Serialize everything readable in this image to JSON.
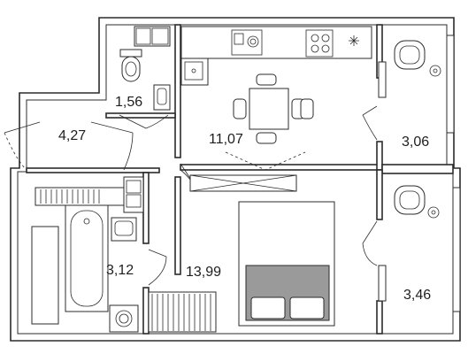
{
  "rooms": [
    {
      "id": "bathroom-small",
      "area": "1,56"
    },
    {
      "id": "hallway",
      "area": "4,27"
    },
    {
      "id": "kitchen",
      "area": "11,07"
    },
    {
      "id": "balcony-top",
      "area": "3,06"
    },
    {
      "id": "bathroom-large",
      "area": "3,12"
    },
    {
      "id": "bedroom",
      "area": "13,99"
    },
    {
      "id": "balcony-bottom",
      "area": "3,46"
    }
  ],
  "colors": {
    "wall": "#2b2b2b",
    "accent_gray": "#9a9a9a",
    "background": "#ffffff"
  }
}
